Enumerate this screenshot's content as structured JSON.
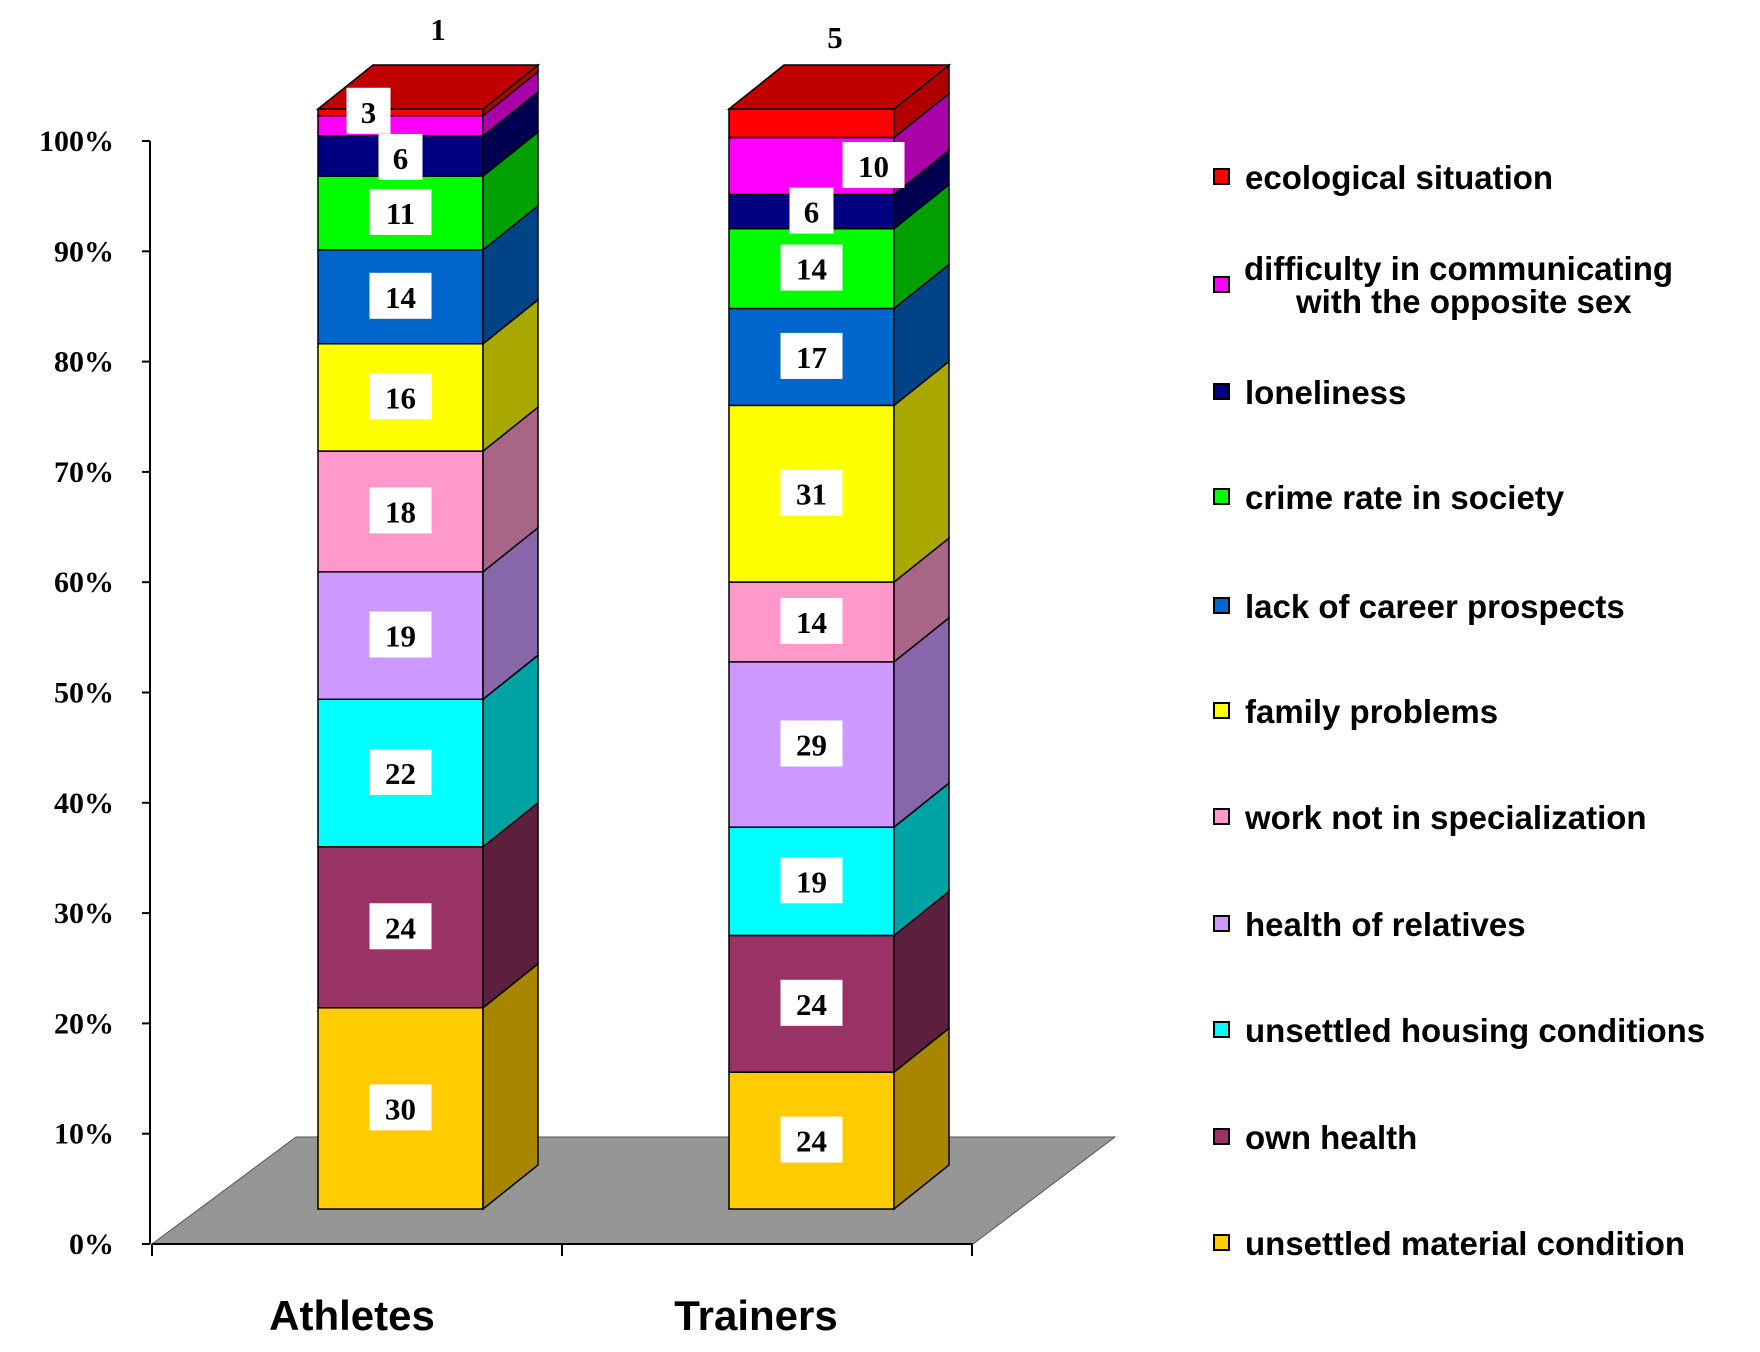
{
  "chart_data": {
    "type": "bar",
    "stacked": "percent",
    "style": "3d",
    "title": "",
    "xlabel": "",
    "ylabel": "",
    "ylim": [
      0,
      100
    ],
    "y_ticks": [
      "0%",
      "10%",
      "20%",
      "30%",
      "40%",
      "50%",
      "60%",
      "70%",
      "80%",
      "90%",
      "100%"
    ],
    "categories": [
      "Athletes",
      "Trainers"
    ],
    "legend_position": "right",
    "series": [
      {
        "name": "unsettled material condition",
        "values": [
          30,
          24
        ],
        "color": "#ffcc00",
        "side": "#a88600"
      },
      {
        "name": "own health",
        "values": [
          24,
          24
        ],
        "color": "#993366",
        "side": "#5c1f3d"
      },
      {
        "name": "unsettled housing conditions",
        "values": [
          22,
          19
        ],
        "color": "#00ffff",
        "side": "#00a3a3"
      },
      {
        "name": "health of relatives",
        "values": [
          19,
          29
        ],
        "color": "#cc99ff",
        "side": "#8766aa"
      },
      {
        "name": "work not in specialization",
        "values": [
          18,
          14
        ],
        "color": "#ff99cc",
        "side": "#a86585"
      },
      {
        "name": "family problems",
        "values": [
          16,
          31
        ],
        "color": "#ffff00",
        "side": "#a8a800"
      },
      {
        "name": "lack of career prospects",
        "values": [
          14,
          17
        ],
        "color": "#0066cc",
        "side": "#004488"
      },
      {
        "name": "crime rate in society",
        "values": [
          11,
          14
        ],
        "color": "#00ff00",
        "side": "#00a000"
      },
      {
        "name": "loneliness",
        "values": [
          6,
          6
        ],
        "color": "#000080",
        "side": "#000050"
      },
      {
        "name": "difficulty in communicating with the opposite sex",
        "legend_lines": [
          "difficulty in communicating",
          "with the opposite sex"
        ],
        "values": [
          3,
          10
        ],
        "color": "#ff00ff",
        "side": "#aa00aa"
      },
      {
        "name": "ecological situation",
        "values": [
          1,
          5
        ],
        "color": "#ff0000",
        "side": "#b00000",
        "top": "#c00000"
      }
    ]
  }
}
